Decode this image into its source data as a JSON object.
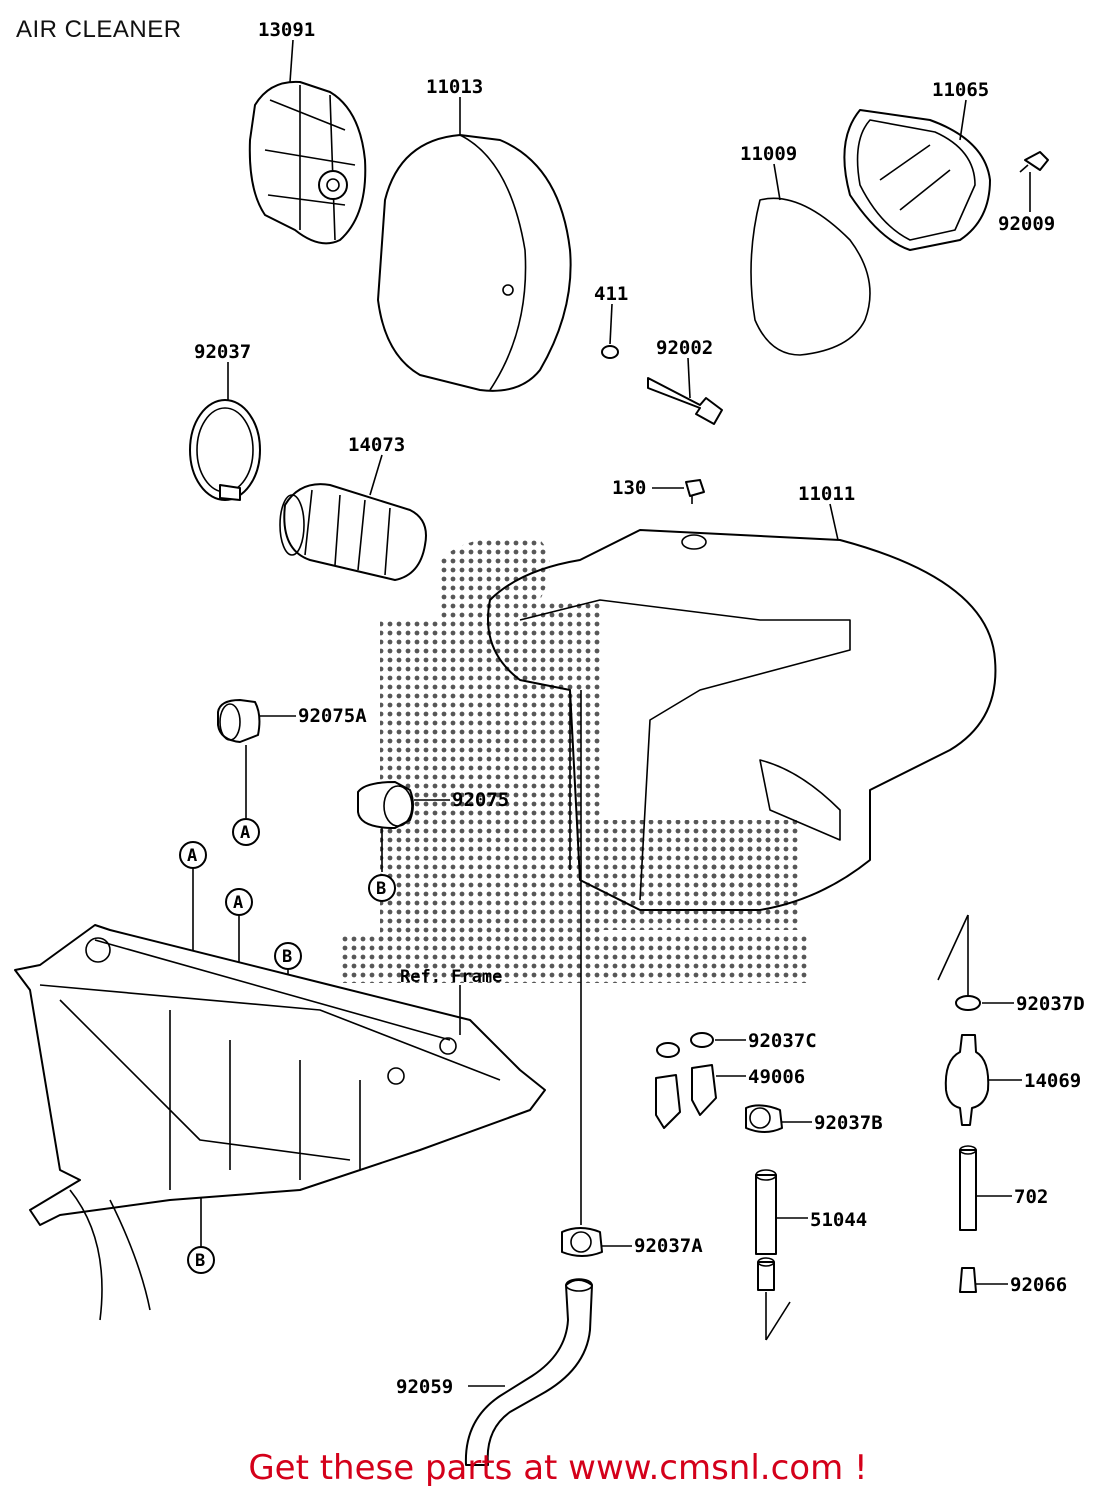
{
  "title": "AIR CLEANER",
  "footer": "Get these parts at www.cmsnl.com !",
  "ref_frame_label": "Ref. Frame",
  "accent_color": "#d4001a",
  "watermark_color": "#3a3a3a",
  "callouts": {
    "p13091": "13091",
    "p11013": "11013",
    "p11065": "11065",
    "p11009": "11009",
    "p92009": "92009",
    "p411": "411",
    "p92002": "92002",
    "p92037": "92037",
    "p14073": "14073",
    "p130": "130",
    "p11011": "11011",
    "p92075A": "92075A",
    "p92075": "92075",
    "p92037D": "92037D",
    "p92037C": "92037C",
    "p49006": "49006",
    "p14069": "14069",
    "p92037B": "92037B",
    "p702": "702",
    "p51044": "51044",
    "p92037A": "92037A",
    "p92066": "92066",
    "p92059": "92059"
  },
  "markers": {
    "a1": "A",
    "a2": "A",
    "a3": "A",
    "b1": "B",
    "b2": "B",
    "b3": "B"
  }
}
